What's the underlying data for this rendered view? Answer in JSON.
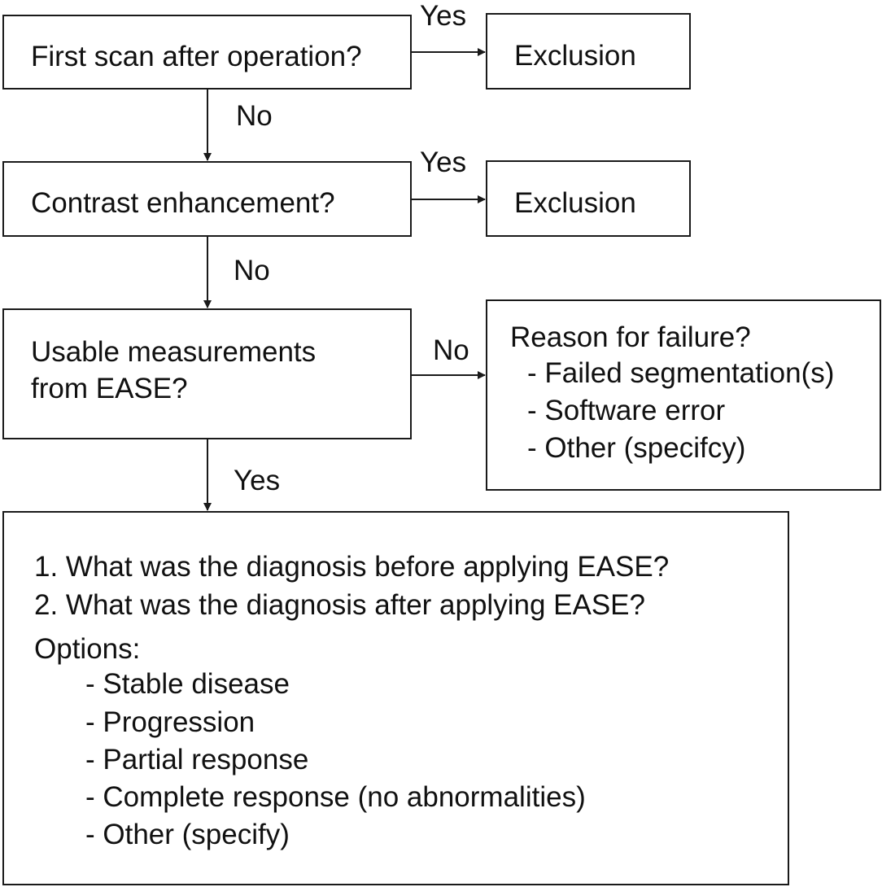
{
  "nodes": {
    "first_scan": {
      "text": "First scan after operation?"
    },
    "exclusion_1": {
      "text": "Exclusion"
    },
    "contrast": {
      "text": "Contrast enhancement?"
    },
    "exclusion_2": {
      "text": "Exclusion"
    },
    "usable": {
      "line1": "Usable measurements",
      "line2": "from EASE?"
    },
    "failure": {
      "title": "Reason for failure?",
      "items": [
        "- Failed segmentation(s)",
        "- Software error",
        "- Other (specifcy)"
      ]
    },
    "diagnosis": {
      "q1": "1. What was the diagnosis before applying EASE?",
      "q2": "2. What was the diagnosis after applying EASE?",
      "options_label": "Options:",
      "options": [
        "- Stable disease",
        "- Progression",
        "- Partial response",
        "- Complete response (no abnormalities)",
        "- Other (specify)"
      ]
    }
  },
  "edges": {
    "first_scan_yes": "Yes",
    "first_scan_no": "No",
    "contrast_yes": "Yes",
    "contrast_no": "No",
    "usable_no": "No",
    "usable_yes": "Yes"
  }
}
